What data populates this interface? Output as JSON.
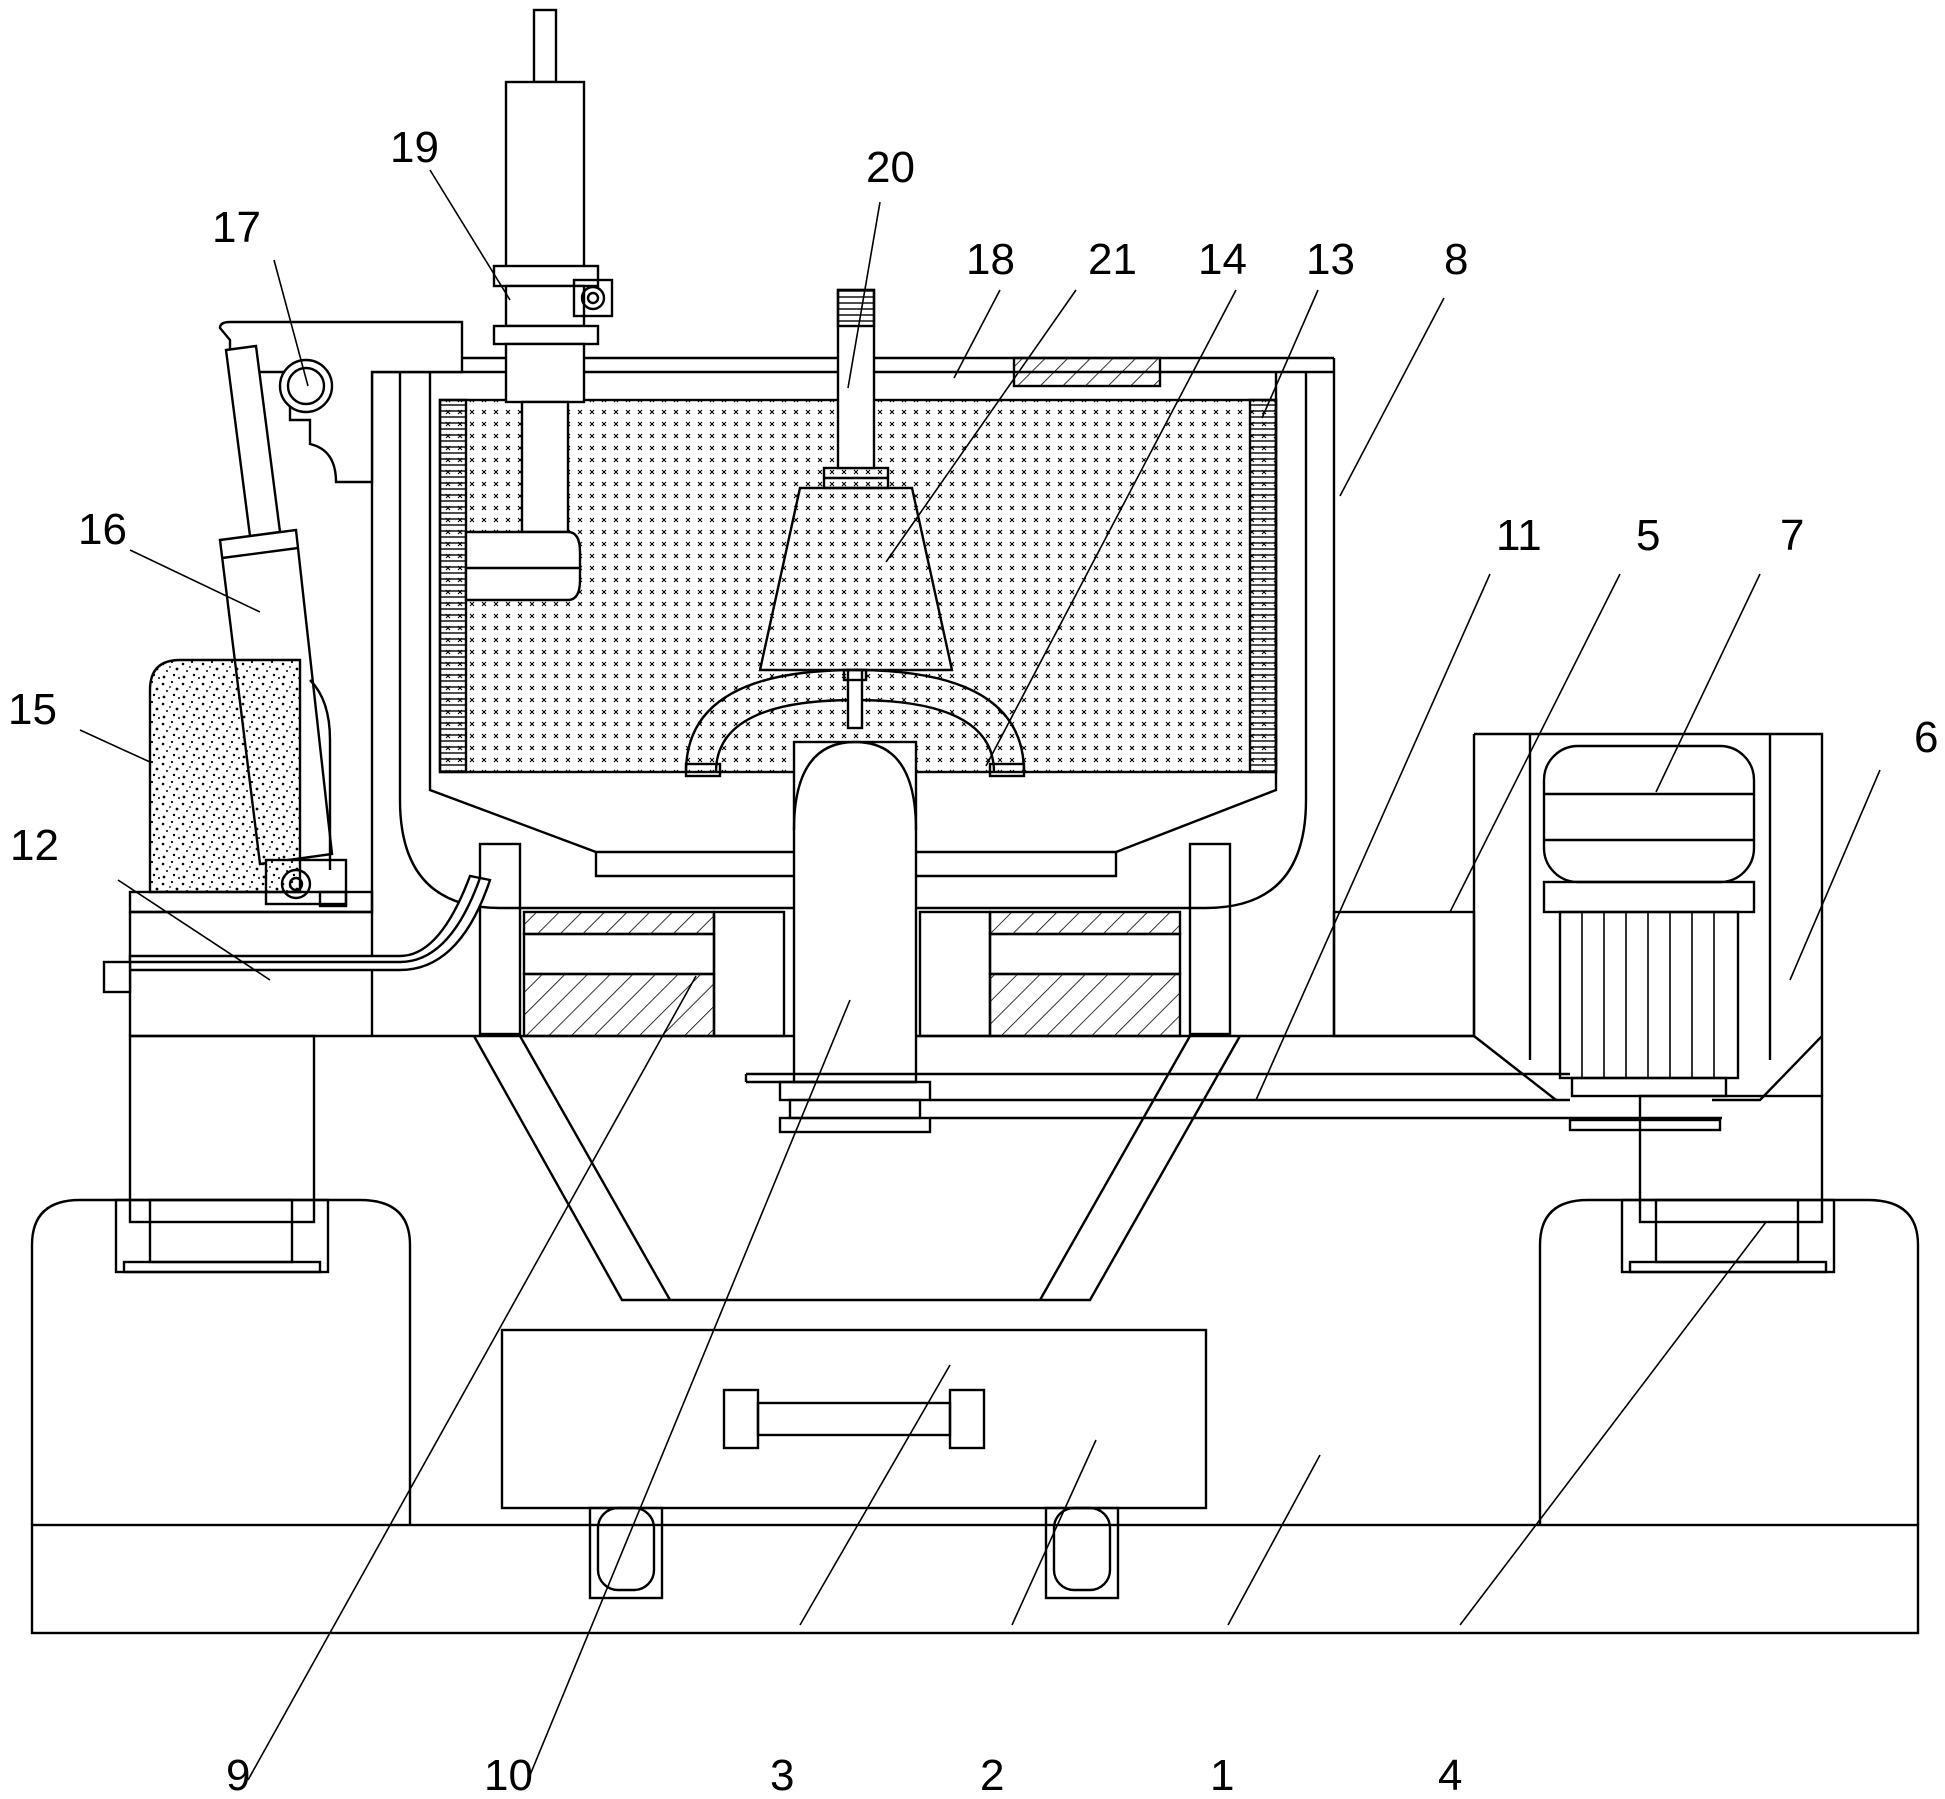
{
  "labels": [
    {
      "id": "part-1",
      "text": "1"
    },
    {
      "id": "part-2",
      "text": "2"
    },
    {
      "id": "part-3",
      "text": "3"
    },
    {
      "id": "part-4",
      "text": "4"
    },
    {
      "id": "part-5",
      "text": "5"
    },
    {
      "id": "part-6",
      "text": "6"
    },
    {
      "id": "part-7",
      "text": "7"
    },
    {
      "id": "part-8",
      "text": "8"
    },
    {
      "id": "part-9",
      "text": "9"
    },
    {
      "id": "part-10",
      "text": "10"
    },
    {
      "id": "part-11",
      "text": "11"
    },
    {
      "id": "part-12",
      "text": "12"
    },
    {
      "id": "part-13",
      "text": "13"
    },
    {
      "id": "part-14",
      "text": "14"
    },
    {
      "id": "part-15",
      "text": "15"
    },
    {
      "id": "part-16",
      "text": "16"
    },
    {
      "id": "part-17",
      "text": "17"
    },
    {
      "id": "part-18",
      "text": "18"
    },
    {
      "id": "part-19",
      "text": "19"
    },
    {
      "id": "part-20",
      "text": "20"
    },
    {
      "id": "part-21",
      "text": "21"
    }
  ]
}
